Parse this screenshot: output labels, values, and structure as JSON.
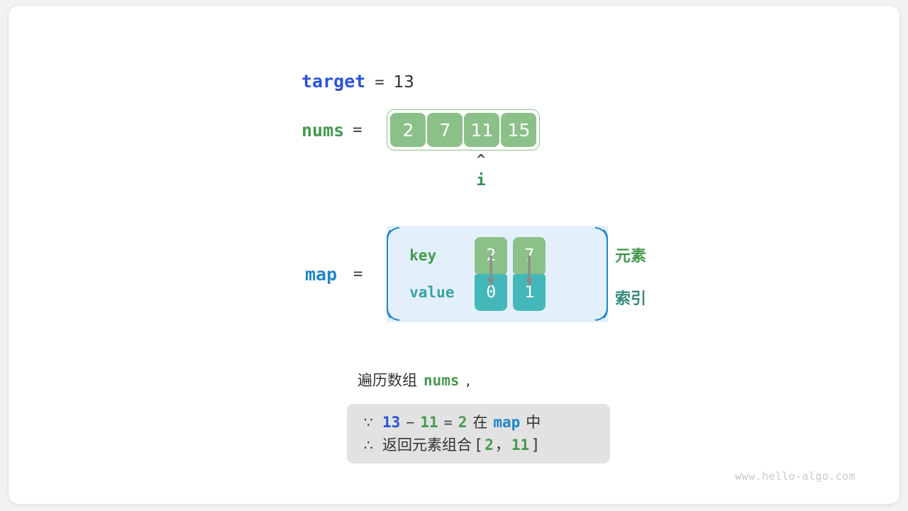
{
  "figure": {
    "title": "two-sum hash map lookup step",
    "watermark": "www.hello-algo.com"
  },
  "target": {
    "name": "target",
    "equals": "=",
    "value": "13"
  },
  "nums": {
    "name": "nums",
    "equals": "=",
    "cells": [
      "2",
      "7",
      "11",
      "15"
    ],
    "pointer": {
      "caret": "^",
      "label": "i",
      "index": 2
    }
  },
  "map": {
    "name": "map",
    "equals": "=",
    "key_label": "key",
    "value_label": "value",
    "entries": [
      {
        "key": "2",
        "value": "0"
      },
      {
        "key": "7",
        "value": "1"
      }
    ],
    "legend": {
      "element": "元素",
      "index": "索引"
    }
  },
  "caption": {
    "prefix": "遍历数组",
    "code": "nums",
    "punct": ","
  },
  "conclusion": {
    "line1": {
      "symbol": "∵",
      "a": "13",
      "minus": "−",
      "b": "11",
      "eq": "=",
      "c": "2",
      "mid": "在",
      "map": "map",
      "suffix": "中"
    },
    "line2": {
      "symbol": "∴",
      "text": "返回元素组合",
      "bracket_open": "[",
      "a": "2",
      "comma": "，",
      "b": "11",
      "bracket_close": "]"
    }
  },
  "colors": {
    "blue_dark": "#2b52dd",
    "blue_light": "#1f87c9",
    "green": "#46994f",
    "green_fill": "#8cc089",
    "teal_fill": "#44b8b8",
    "map_bg": "#e3f0fb",
    "box_bg": "#e2e2e2",
    "arrow": "#8a8a8a"
  }
}
